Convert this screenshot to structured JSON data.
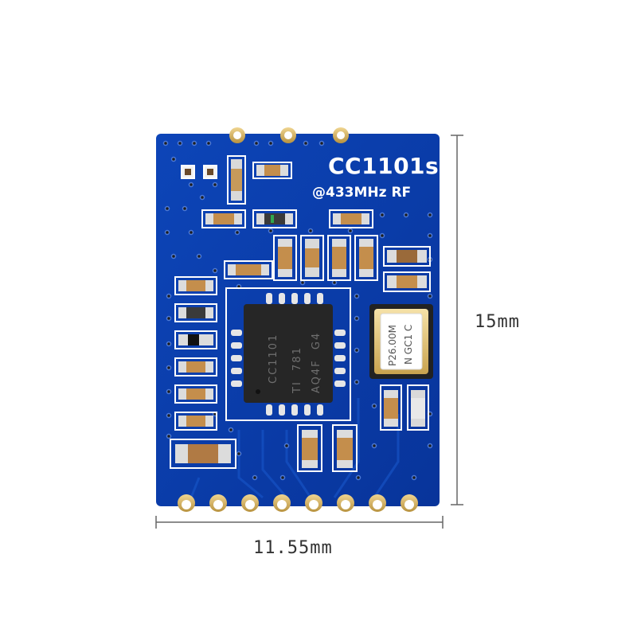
{
  "module": {
    "title": "CC1101s",
    "subtitle": "@433MHz RF",
    "chip_markings": [
      "CC1101",
      "TI  781",
      "AQ4F  G4"
    ],
    "crystal_markings": [
      "P26.00M",
      "N GC1 C"
    ]
  },
  "dimensions": {
    "height_label": "15mm",
    "width_label": "11.55mm"
  },
  "colors": {
    "pcb": "#0a3aa6",
    "pad": "#d6b56a",
    "silkscreen": "#ffffff",
    "chip": "#262626"
  }
}
